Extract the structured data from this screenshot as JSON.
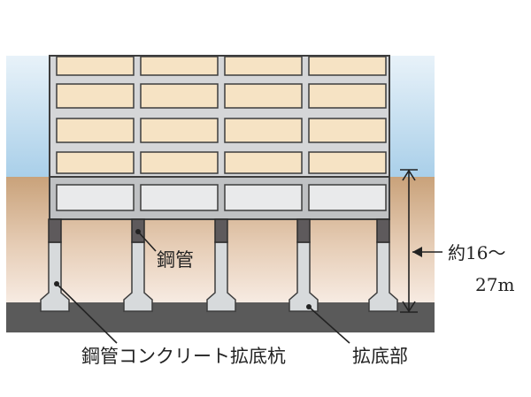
{
  "labels": {
    "steel_pipe": "鋼管",
    "pile_name": "鋼管コンクリート拡底杭",
    "expanded_base": "拡底部",
    "depth_line1": "約16～",
    "depth_line2": "27m"
  },
  "colors": {
    "sky": "#a9cfe9",
    "soil_top": "#c9a27a",
    "soil_bottom": "#f7ebe2",
    "bedrock": "#5a5a5a",
    "building_frame": "#d5d6d8",
    "window": "#f6e3c4",
    "foundation": "#bfc1c3",
    "pile": "#d7dadc",
    "steel_cap": "#5e5a5c"
  },
  "building": {
    "rows": 4,
    "columns": 4
  },
  "piles": {
    "count": 5
  }
}
